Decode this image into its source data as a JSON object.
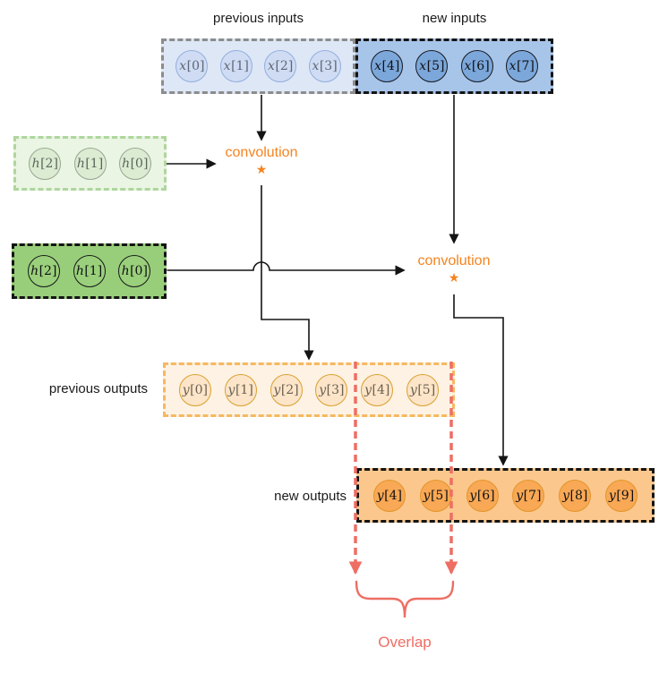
{
  "colors": {
    "prev_inputs_fill": "#dde7f6",
    "new_inputs_fill": "#a7c4e9",
    "filter_prev_fill": "#eaf5e4",
    "filter_new_fill": "#98ce79",
    "prev_outputs_fill": "#fdf2e3",
    "new_outputs_fill": "#fbc78d",
    "convolution_accent": "#f5831f",
    "overlap_accent": "#ee6e64",
    "wire_black": "#141414"
  },
  "groups": {
    "prev_inputs": {
      "label": "previous inputs",
      "cells": [
        {
          "v": "x",
          "i": "[0]"
        },
        {
          "v": "x",
          "i": "[1]"
        },
        {
          "v": "x",
          "i": "[2]"
        },
        {
          "v": "x",
          "i": "[3]"
        }
      ]
    },
    "new_inputs": {
      "label": "new inputs",
      "cells": [
        {
          "v": "x",
          "i": "[4]"
        },
        {
          "v": "x",
          "i": "[5]"
        },
        {
          "v": "x",
          "i": "[6]"
        },
        {
          "v": "x",
          "i": "[7]"
        }
      ]
    },
    "filter_prev": {
      "cells": [
        {
          "v": "h",
          "i": "[2]"
        },
        {
          "v": "h",
          "i": "[1]"
        },
        {
          "v": "h",
          "i": "[0]"
        }
      ]
    },
    "filter_new": {
      "cells": [
        {
          "v": "h",
          "i": "[2]"
        },
        {
          "v": "h",
          "i": "[1]"
        },
        {
          "v": "h",
          "i": "[0]"
        }
      ]
    },
    "prev_outputs": {
      "label": "previous outputs",
      "cells": [
        {
          "v": "y",
          "i": "[0]"
        },
        {
          "v": "y",
          "i": "[1]"
        },
        {
          "v": "y",
          "i": "[2]"
        },
        {
          "v": "y",
          "i": "[3]"
        },
        {
          "v": "y",
          "i": "[4]"
        },
        {
          "v": "y",
          "i": "[5]"
        }
      ]
    },
    "new_outputs": {
      "label": "new outputs",
      "cells": [
        {
          "v": "y",
          "i": "[4]"
        },
        {
          "v": "y",
          "i": "[5]"
        },
        {
          "v": "y",
          "i": "[6]"
        },
        {
          "v": "y",
          "i": "[7]"
        },
        {
          "v": "y",
          "i": "[8]"
        },
        {
          "v": "y",
          "i": "[9]"
        }
      ]
    }
  },
  "annotations": {
    "convolution_prev": {
      "label": "convolution",
      "operator": "★"
    },
    "convolution_new": {
      "label": "convolution",
      "operator": "★"
    },
    "overlap": {
      "label": "Overlap"
    }
  }
}
